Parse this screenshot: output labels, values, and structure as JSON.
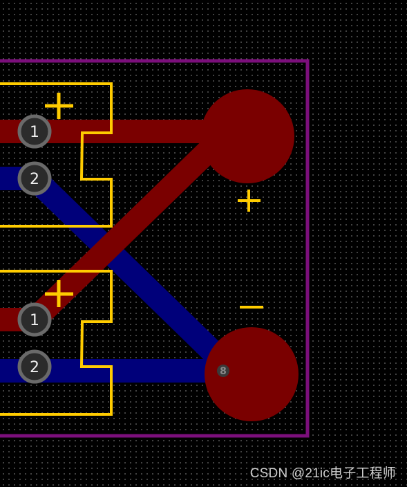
{
  "colors": {
    "background": "#000000",
    "grid_dot": "#ffffff",
    "board_outline": "#7b0f7b",
    "top_copper": "#7a0000",
    "bottom_copper": "#00007a",
    "silkscreen": "#ffcc00",
    "pin_ring": "#5a5a5a",
    "pin_text": "#f0f0f0"
  },
  "components": {
    "upper_connector": {
      "pin1_label": "1",
      "pin2_label": "2",
      "polarity_mark": "+"
    },
    "lower_connector": {
      "pin1_label": "1",
      "pin2_label": "2",
      "polarity_mark": "+"
    },
    "pad_positive": {
      "polarity_mark": "+"
    },
    "pad_negative": {
      "polarity_mark": "−",
      "via_label": "8"
    }
  },
  "watermark": {
    "text": "CSDN @21ic电子工程师"
  }
}
